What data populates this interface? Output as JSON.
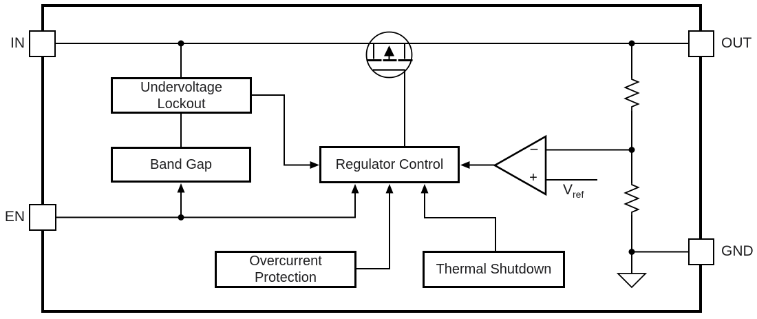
{
  "pins": {
    "in": "IN",
    "out": "OUT",
    "en": "EN",
    "gnd": "GND"
  },
  "blocks": {
    "undervoltage_lockout": {
      "line1": "Undervoltage",
      "line2": "Lockout"
    },
    "band_gap": {
      "label": "Band Gap"
    },
    "regulator_control": {
      "label": "Regulator Control"
    },
    "overcurrent_protection": {
      "line1": "Overcurrent",
      "line2": "Protection"
    },
    "thermal_shutdown": {
      "label": "Thermal Shutdown"
    }
  },
  "error_amplifier": {
    "minus_label": "−",
    "plus_label": "+"
  },
  "reference": {
    "base": "V",
    "sub": "ref"
  },
  "symbols": {
    "pass_transistor": "pmos-transistor-icon",
    "error_amplifier": "comparator-icon",
    "feedback_divider": "resistor-icon",
    "ground": "ground-icon"
  },
  "colors": {
    "line": "#000000",
    "text": "#1d1d1f",
    "block_fill": "#ffffff",
    "background": "#ffffff"
  }
}
